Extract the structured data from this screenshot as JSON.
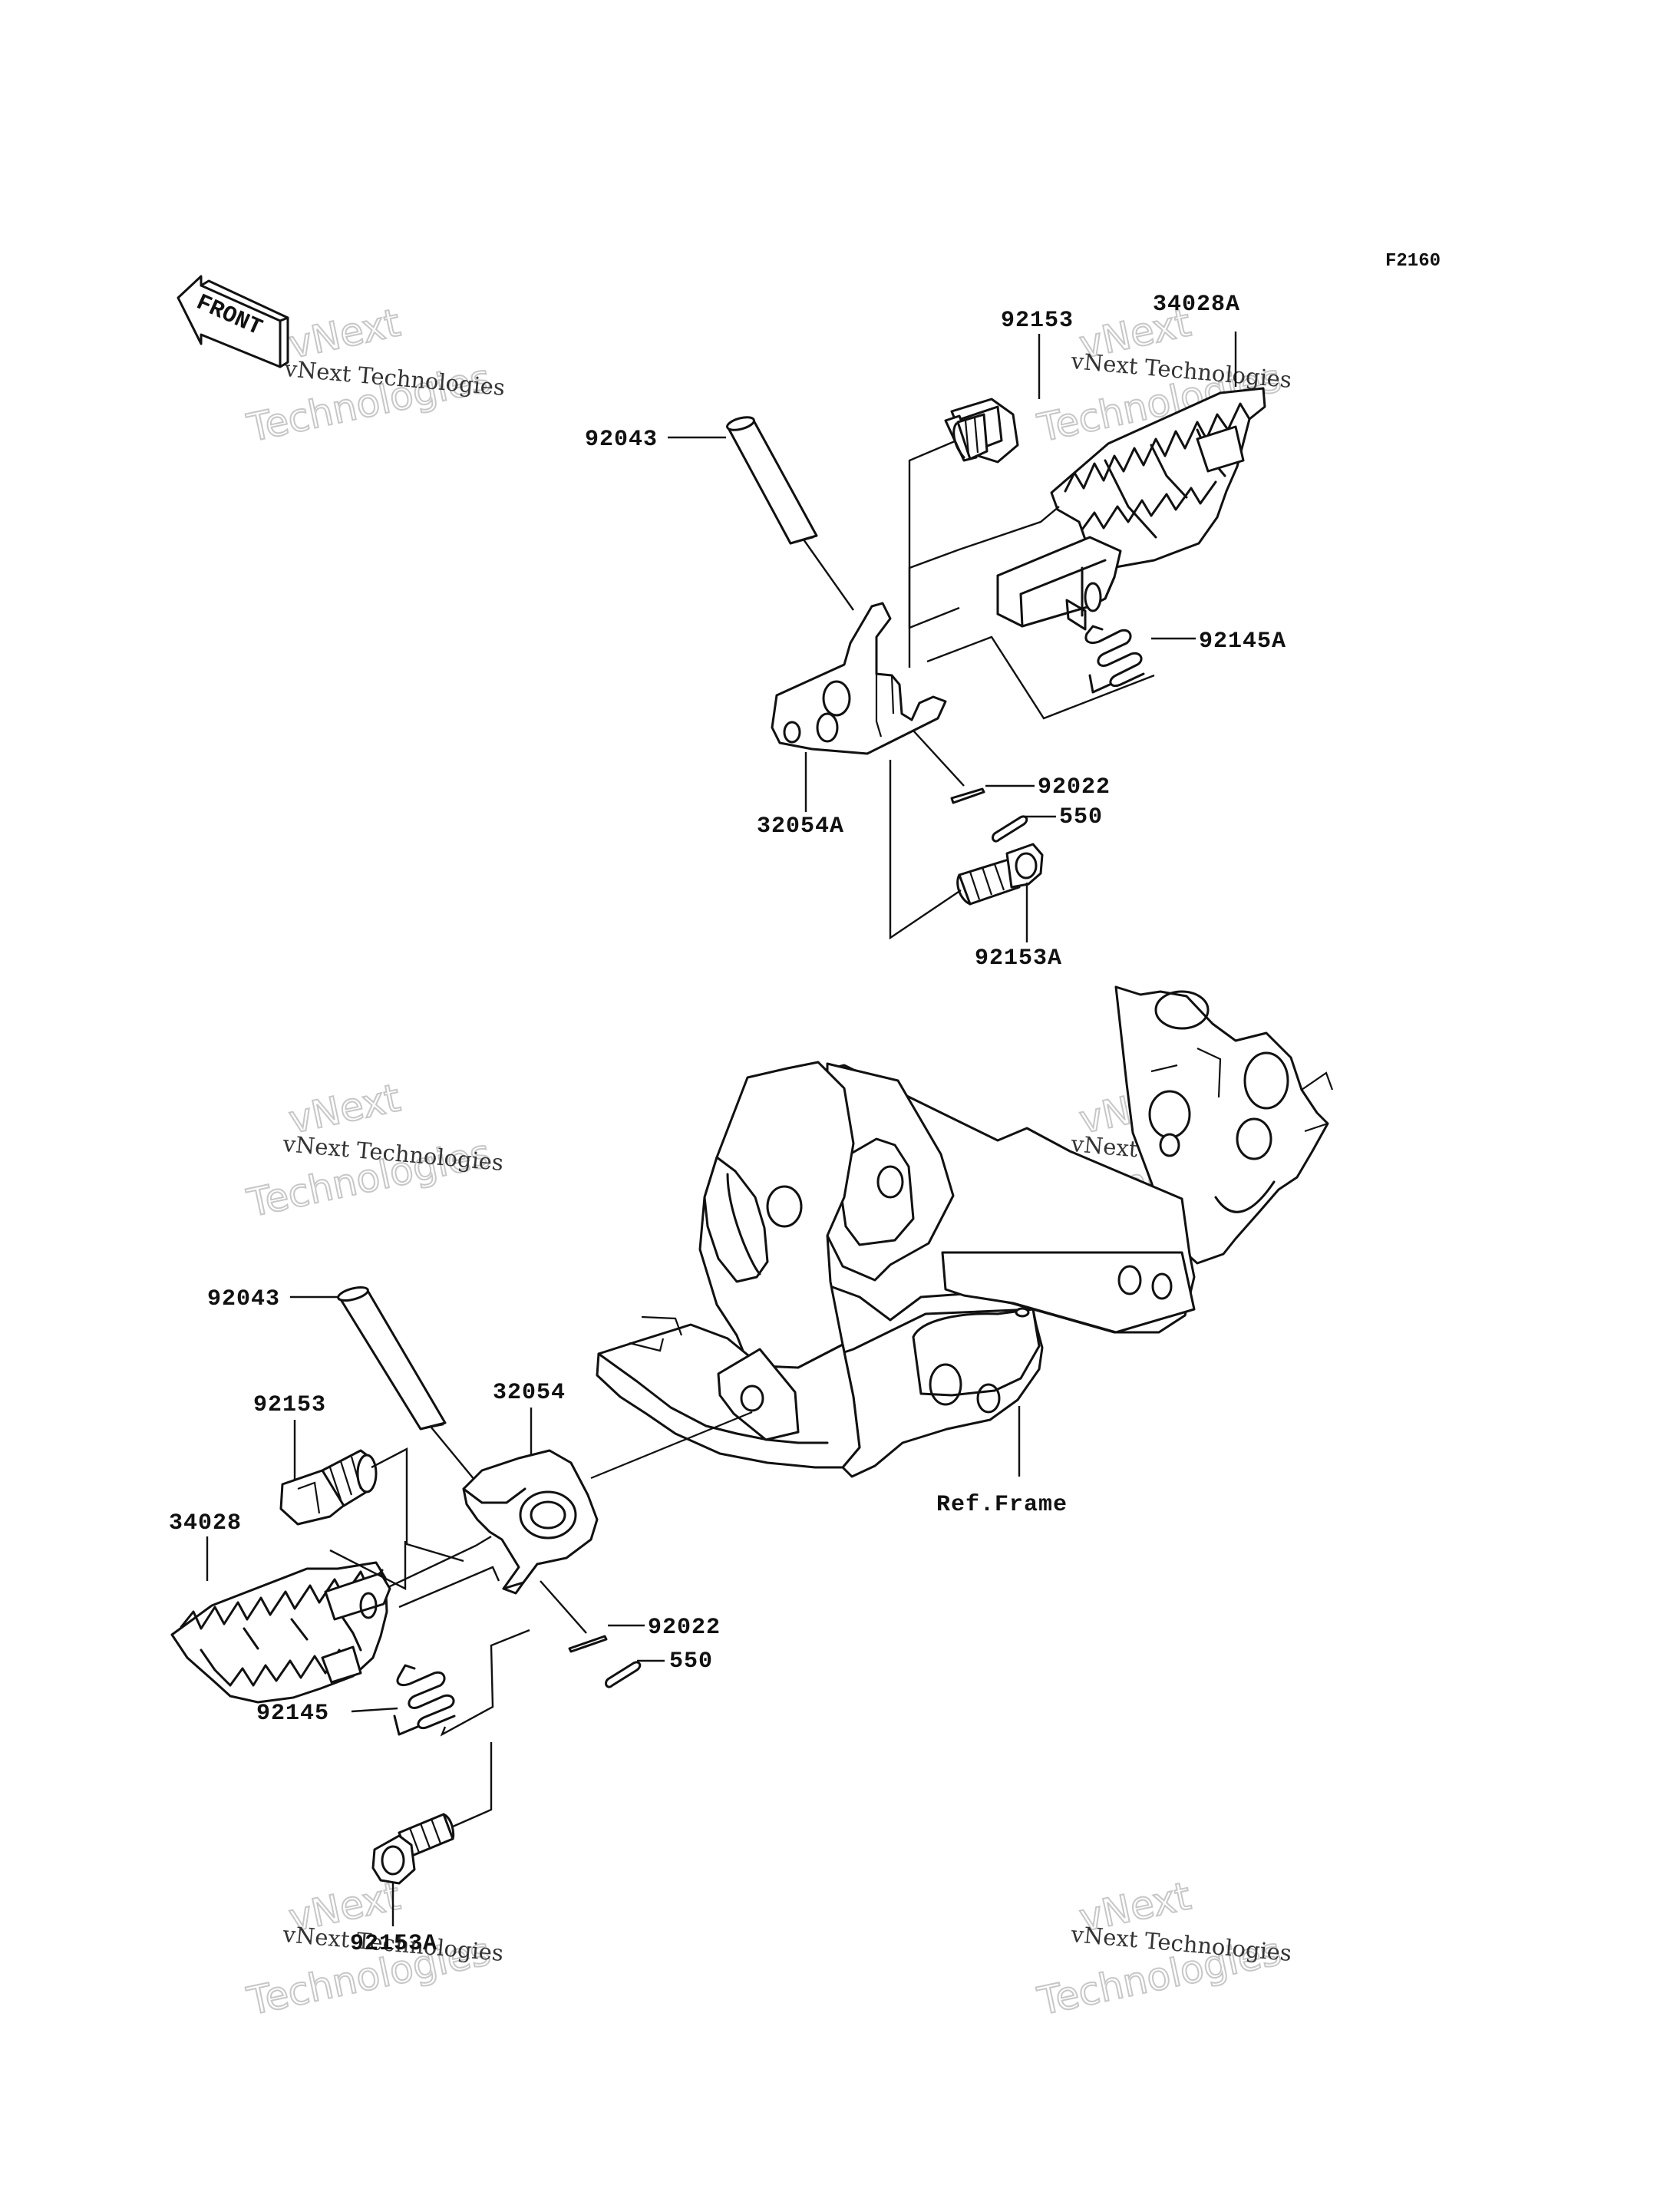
{
  "figure_code": "F2160",
  "front_label": "FRONT",
  "ref_frame_label": "Ref.Frame",
  "watermark": {
    "line1": "vNext",
    "line2": "Technologies",
    "caption": "vNext Technologies"
  },
  "upper_assembly": {
    "pin": "92043",
    "bolt": "92153",
    "footpeg": "34028A",
    "spring": "92145A",
    "bracket": "32054A",
    "washer": "92022",
    "cotter_pin": "550",
    "mount_bolt": "92153A"
  },
  "lower_assembly": {
    "pin": "92043",
    "bolt": "92153",
    "bracket": "32054",
    "footpeg": "34028",
    "washer": "92022",
    "cotter_pin": "550",
    "spring": "92145",
    "mount_bolt": "92153A"
  }
}
